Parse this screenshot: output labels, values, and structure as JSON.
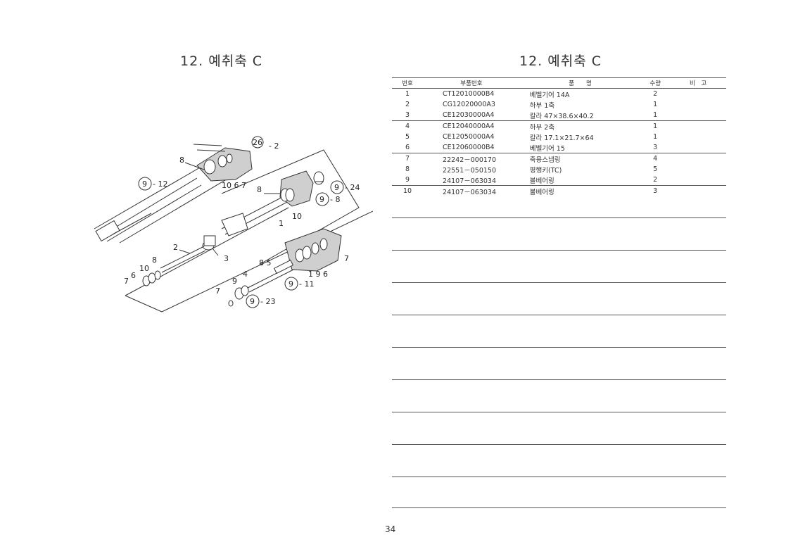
{
  "left_title": "12. 예취축 C",
  "right_title": "12. 예취축 C",
  "diagram_labels": {
    "l_26_2": "- 2",
    "c_26": "26",
    "l_8_a": "8",
    "l_10_6_7": "10 6  7",
    "c_9_a": "9",
    "l_12": "- 12",
    "l_8_b": "8",
    "c_9_b": "9",
    "l_24": "- 24",
    "c_9_c": "9",
    "l_8_c": "- 8",
    "l_10_a": "10",
    "l_1_a": "1",
    "l_2": "2",
    "l_3": "3",
    "l_8_d": "8",
    "l_10_b": "10",
    "l_6_a": "6",
    "l_7_a": "7",
    "l_8_5": "8 5",
    "l_4": "4",
    "l_9_a": "9",
    "l_1_9_6": "1   9    6",
    "l_7_b": "7",
    "c_9_d": "9",
    "l_11": "- 11",
    "l_7_c": "7",
    "c_9_e": "9",
    "l_23": "- 23"
  },
  "table": {
    "headers": [
      "번호",
      "부품번호",
      "품　　명",
      "수량",
      "비　고"
    ],
    "rows": [
      {
        "no": "1",
        "part": "CT12010000B4",
        "name": "베벨기어 14A",
        "qty": "2",
        "remark": ""
      },
      {
        "no": "2",
        "part": "CG12020000A3",
        "name": "하부 1축",
        "qty": "1",
        "remark": ""
      },
      {
        "no": "3",
        "part": "CE12030000A4",
        "name": "칼라 47×38.6×40.2",
        "qty": "1",
        "remark": ""
      },
      {
        "no": "4",
        "part": "CE12040000A4",
        "name": "하부 2축",
        "qty": "1",
        "remark": ""
      },
      {
        "no": "5",
        "part": "CE12050000A4",
        "name": "칼라 17.1×21.7×64",
        "qty": "1",
        "remark": ""
      },
      {
        "no": "6",
        "part": "CE12060000B4",
        "name": "베벨기어 15",
        "qty": "3",
        "remark": ""
      },
      {
        "no": "7",
        "part": "22242－000170",
        "name": "축용스냅링",
        "qty": "4",
        "remark": ""
      },
      {
        "no": "8",
        "part": "22551－050150",
        "name": "평행키(TC)",
        "qty": "5",
        "remark": ""
      },
      {
        "no": "9",
        "part": "24107－063034",
        "name": "볼베어링",
        "qty": "2",
        "remark": ""
      },
      {
        "no": "10",
        "part": "24107－063034",
        "name": "볼베어링",
        "qty": "3",
        "remark": ""
      }
    ]
  },
  "page_number": "34"
}
